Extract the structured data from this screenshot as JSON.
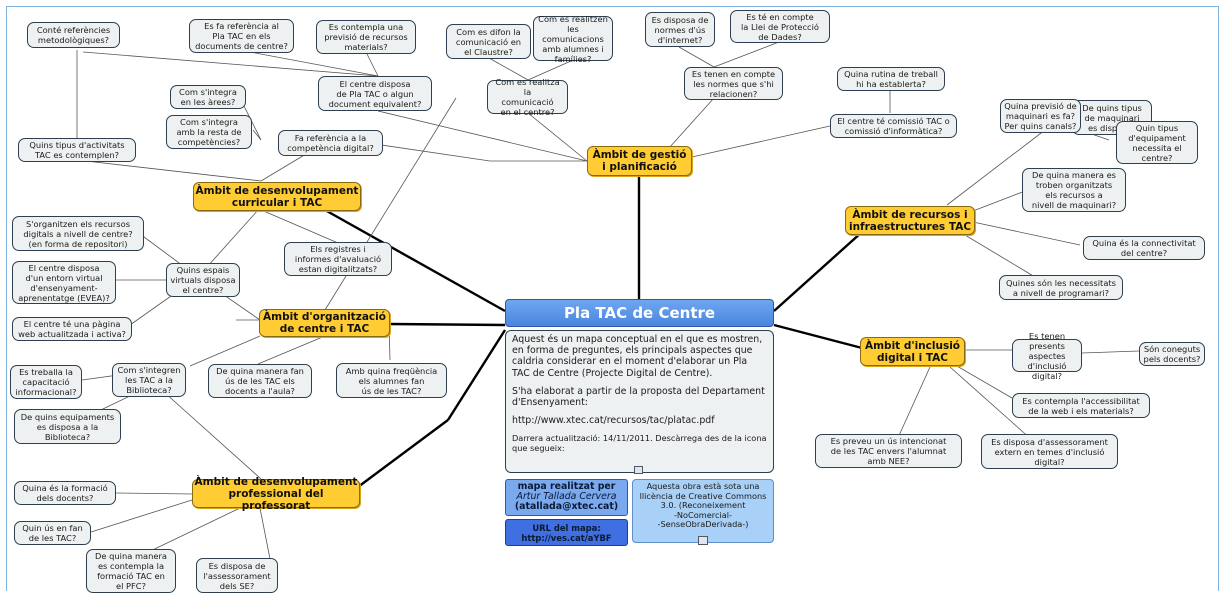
{
  "root": {
    "title": "Pla TAC de Centre"
  },
  "description": {
    "p1": "Aquest és un mapa conceptual en el que es mostren, en forma de preguntes, els principals aspectes que caldria considerar en el moment d'elaborar un Pla TAC de Centre (Projecte Digital de Centre).",
    "p2": "S'ha elaborat a partir de la proposta del Departament d'Ensenyament:",
    "p3": "http://www.xtec.cat/recursos/tac/platac.pdf",
    "p4": "Darrera actualització: 14/11/2011. Descàrrega des de la icona que segueix:"
  },
  "credit": {
    "line1": "mapa realitzat per",
    "author": "Artur Tallada Cervera",
    "email": "(atallada@xtec.cat)"
  },
  "map_url": {
    "line1": "URL del mapa:",
    "line2": "http://ves.cat/aYBF"
  },
  "license": "Aquesta obra està sota una\nllicència de Creative Commons\n3.0. (Reconeixement\n-NoComercial-\n-SenseObraDerivada-)",
  "categories": [
    {
      "id": "gestio",
      "label": "Àmbit de gestió\ni planificació"
    },
    {
      "id": "curricular",
      "label": "Àmbit de desenvolupament\ncurricular i TAC"
    },
    {
      "id": "recursos",
      "label": "Àmbit de recursos i\ninfraestructures TAC"
    },
    {
      "id": "organitzacio",
      "label": "Àmbit d'organització\nde centre i TAC"
    },
    {
      "id": "inclusio",
      "label": "Àmbit d'inclusió\ndigital i TAC"
    },
    {
      "id": "professional",
      "label": "Àmbit de desenvolupament\nprofessional del professorat"
    }
  ],
  "nodes": [
    {
      "id": "n1",
      "text": "Conté referències\nmetodològiques?"
    },
    {
      "id": "n2",
      "text": "Es fa referència al\nPla TAC en els\ndocuments de centre?"
    },
    {
      "id": "n3",
      "text": "Es contempla una\nprevisió de recursos\nmaterials?"
    },
    {
      "id": "n4",
      "text": "Com es difon la\ncomunicació en\nel Claustre?"
    },
    {
      "id": "n5",
      "text": "Com es realitzen\nles comunicacions\namb alumnes i\nfamílies?"
    },
    {
      "id": "n6",
      "text": "Es disposa de\nnormes d'ús\nd'internet?"
    },
    {
      "id": "n7",
      "text": "Es té en compte\nla Llei de Protecció\nde Dades?"
    },
    {
      "id": "n8",
      "text": "El centre disposa\nde Pla TAC o algun\ndocument equivalent?"
    },
    {
      "id": "n9",
      "text": "Com es realitza la\ncomunicació\nen el centre?"
    },
    {
      "id": "n10",
      "text": "Es tenen en compte\nles normes que s'hi\nrelacionen?"
    },
    {
      "id": "n11",
      "text": "Quina rutina de treball\nhi ha establerta?"
    },
    {
      "id": "n12",
      "text": "De quins tipus\nde maquinari\nes disposa?"
    },
    {
      "id": "n13",
      "text": "Com s'integra\nen les àrees?"
    },
    {
      "id": "n14",
      "text": "Quina previsió de\nmaquinari es fa?\nPer quins canals?"
    },
    {
      "id": "n15",
      "text": "Com s'integra\namb la resta de\ncompetències?"
    },
    {
      "id": "n16",
      "text": "Fa referència a la\ncompetència digital?"
    },
    {
      "id": "n17",
      "text": "El centre té comissió TAC o\ncomissió d'informàtica?"
    },
    {
      "id": "n18",
      "text": "Quin tipus\nd'equipament\nnecessita el\ncentre?"
    },
    {
      "id": "n19",
      "text": "Quins tipus d'activitats\nTAC es contemplen?"
    },
    {
      "id": "n20",
      "text": "De quina manera es\ntroben organitzats\nels recursos a\nnivell de maquinari?"
    },
    {
      "id": "n21",
      "text": "S'organitzen els recursos\ndigitals a nivell de centre?\n(en forma de repositori)"
    },
    {
      "id": "n22",
      "text": "Els registres i\ninformes d'avaluació\nestan digitalitzats?"
    },
    {
      "id": "n23",
      "text": "Quina és la connectivitat\ndel centre?"
    },
    {
      "id": "n24",
      "text": "El centre disposa\nd'un entorn virtual\nd'ensenyament-\naprenentatge (EVEA)?"
    },
    {
      "id": "n25",
      "text": "Quins espais\nvirtuals disposa\nel centre?"
    },
    {
      "id": "n26",
      "text": "Quines són les necessitats\na nivell de programari?"
    },
    {
      "id": "n27",
      "text": "El centre té una pàgina\nweb actualitzada i activa?"
    },
    {
      "id": "n28",
      "text": "Es tenen presents\naspectes d'inclusió\ndigital?"
    },
    {
      "id": "n29",
      "text": "Són coneguts\npels docents?"
    },
    {
      "id": "n30",
      "text": "Es treballa la\ncapacitació\ninformacional?"
    },
    {
      "id": "n31",
      "text": "Com s'integren\nles TAC a la\nBiblioteca?"
    },
    {
      "id": "n32",
      "text": "De quina manera fan\nús de les TAC els\ndocents a l'aula?"
    },
    {
      "id": "n33",
      "text": "Amb quina freqüència\nels alumnes fan\nús de les TAC?"
    },
    {
      "id": "n34",
      "text": "Es contempla l'accessibilitat\nde la web i els materials?"
    },
    {
      "id": "n35",
      "text": "De quins equipaments\nes disposa a la\nBiblioteca?"
    },
    {
      "id": "n36",
      "text": "Es preveu un ús intencionat\nde les TAC envers l'alumnat\namb NEE?"
    },
    {
      "id": "n37",
      "text": "Es disposa d'assessorament\nextern en temes d'inclusió\ndigital?"
    },
    {
      "id": "n38",
      "text": "Quina és la formació\ndels docents?"
    },
    {
      "id": "n39",
      "text": "Quin ús en fan\nde les TAC?"
    },
    {
      "id": "n40",
      "text": "De quina manera\nes contempla la\nformació TAC en\nel PFC?"
    },
    {
      "id": "n41",
      "text": "Es disposa de\nl'assessorament\ndels SE?"
    }
  ]
}
